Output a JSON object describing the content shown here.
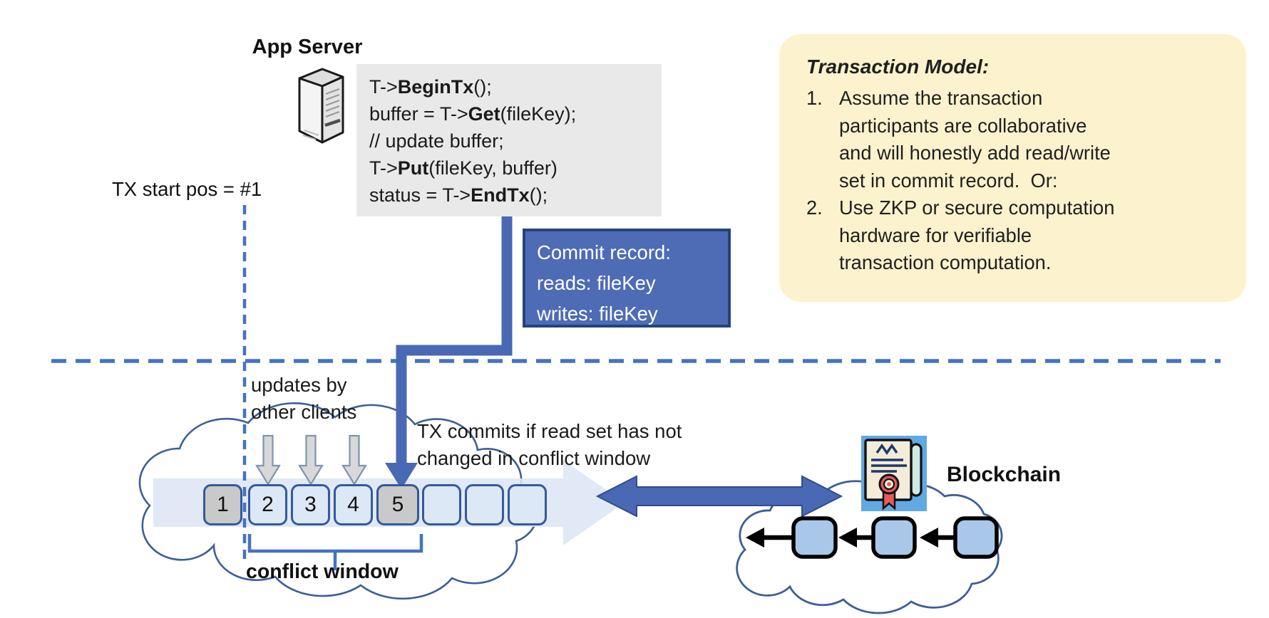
{
  "colors": {
    "accent_blue": "#4472C4",
    "commit_fill": "#4e6bb5",
    "commit_border": "#24437c",
    "code_bg": "#e9e9e9",
    "note_bg": "#fcf2cd",
    "block_border": "#35599c",
    "block_light": "#dde8f6",
    "block_shaded": "#c9c9c9",
    "cloud_stroke": "#3c5f95",
    "chain_block_fill": "#a9c7e9",
    "seal_red": "#e45c5c",
    "scroll_navy": "#1f3864"
  },
  "app_server": {
    "title": "App Server"
  },
  "code_block": {
    "lines": [
      {
        "pre": "T->",
        "bold": "BeginTx",
        "post": "();"
      },
      {
        "pre": "buffer = T->",
        "bold": "Get",
        "post": "(fileKey);"
      },
      {
        "pre": "// update buffer;",
        "bold": "",
        "post": ""
      },
      {
        "pre": "T->",
        "bold": "Put",
        "post": "(fileKey, buffer)"
      },
      {
        "pre": "status = T->",
        "bold": "EndTx",
        "post": "();"
      }
    ]
  },
  "tx_start": {
    "label": "TX start pos = #1"
  },
  "commit_record": {
    "lines": [
      "Commit record:",
      "reads: fileKey",
      "writes: fileKey"
    ]
  },
  "transaction_model": {
    "title": "Transaction Model:",
    "items": [
      {
        "number": "1.",
        "lines": [
          "Assume the transaction",
          "participants are collaborative",
          "and will honestly add read/write",
          "set in commit record.  Or:"
        ]
      },
      {
        "number": "2.",
        "lines": [
          "Use ZKP or secure computation",
          "hardware for verifiable",
          "transaction computation."
        ]
      }
    ]
  },
  "timeline": {
    "updates_label_lines": [
      "updates by",
      "other clients"
    ],
    "commit_note_lines": [
      "TX commits if read set has not",
      "changed in conflict window"
    ],
    "conflict_window_label": "conflict window",
    "blocks": [
      {
        "label": "1",
        "shaded": true
      },
      {
        "label": "2",
        "shaded": false
      },
      {
        "label": "3",
        "shaded": false
      },
      {
        "label": "4",
        "shaded": false
      },
      {
        "label": "5",
        "shaded": true
      },
      {
        "label": "",
        "shaded": false
      },
      {
        "label": "",
        "shaded": false
      },
      {
        "label": "",
        "shaded": false
      }
    ]
  },
  "blockchain": {
    "label": "Blockchain"
  }
}
